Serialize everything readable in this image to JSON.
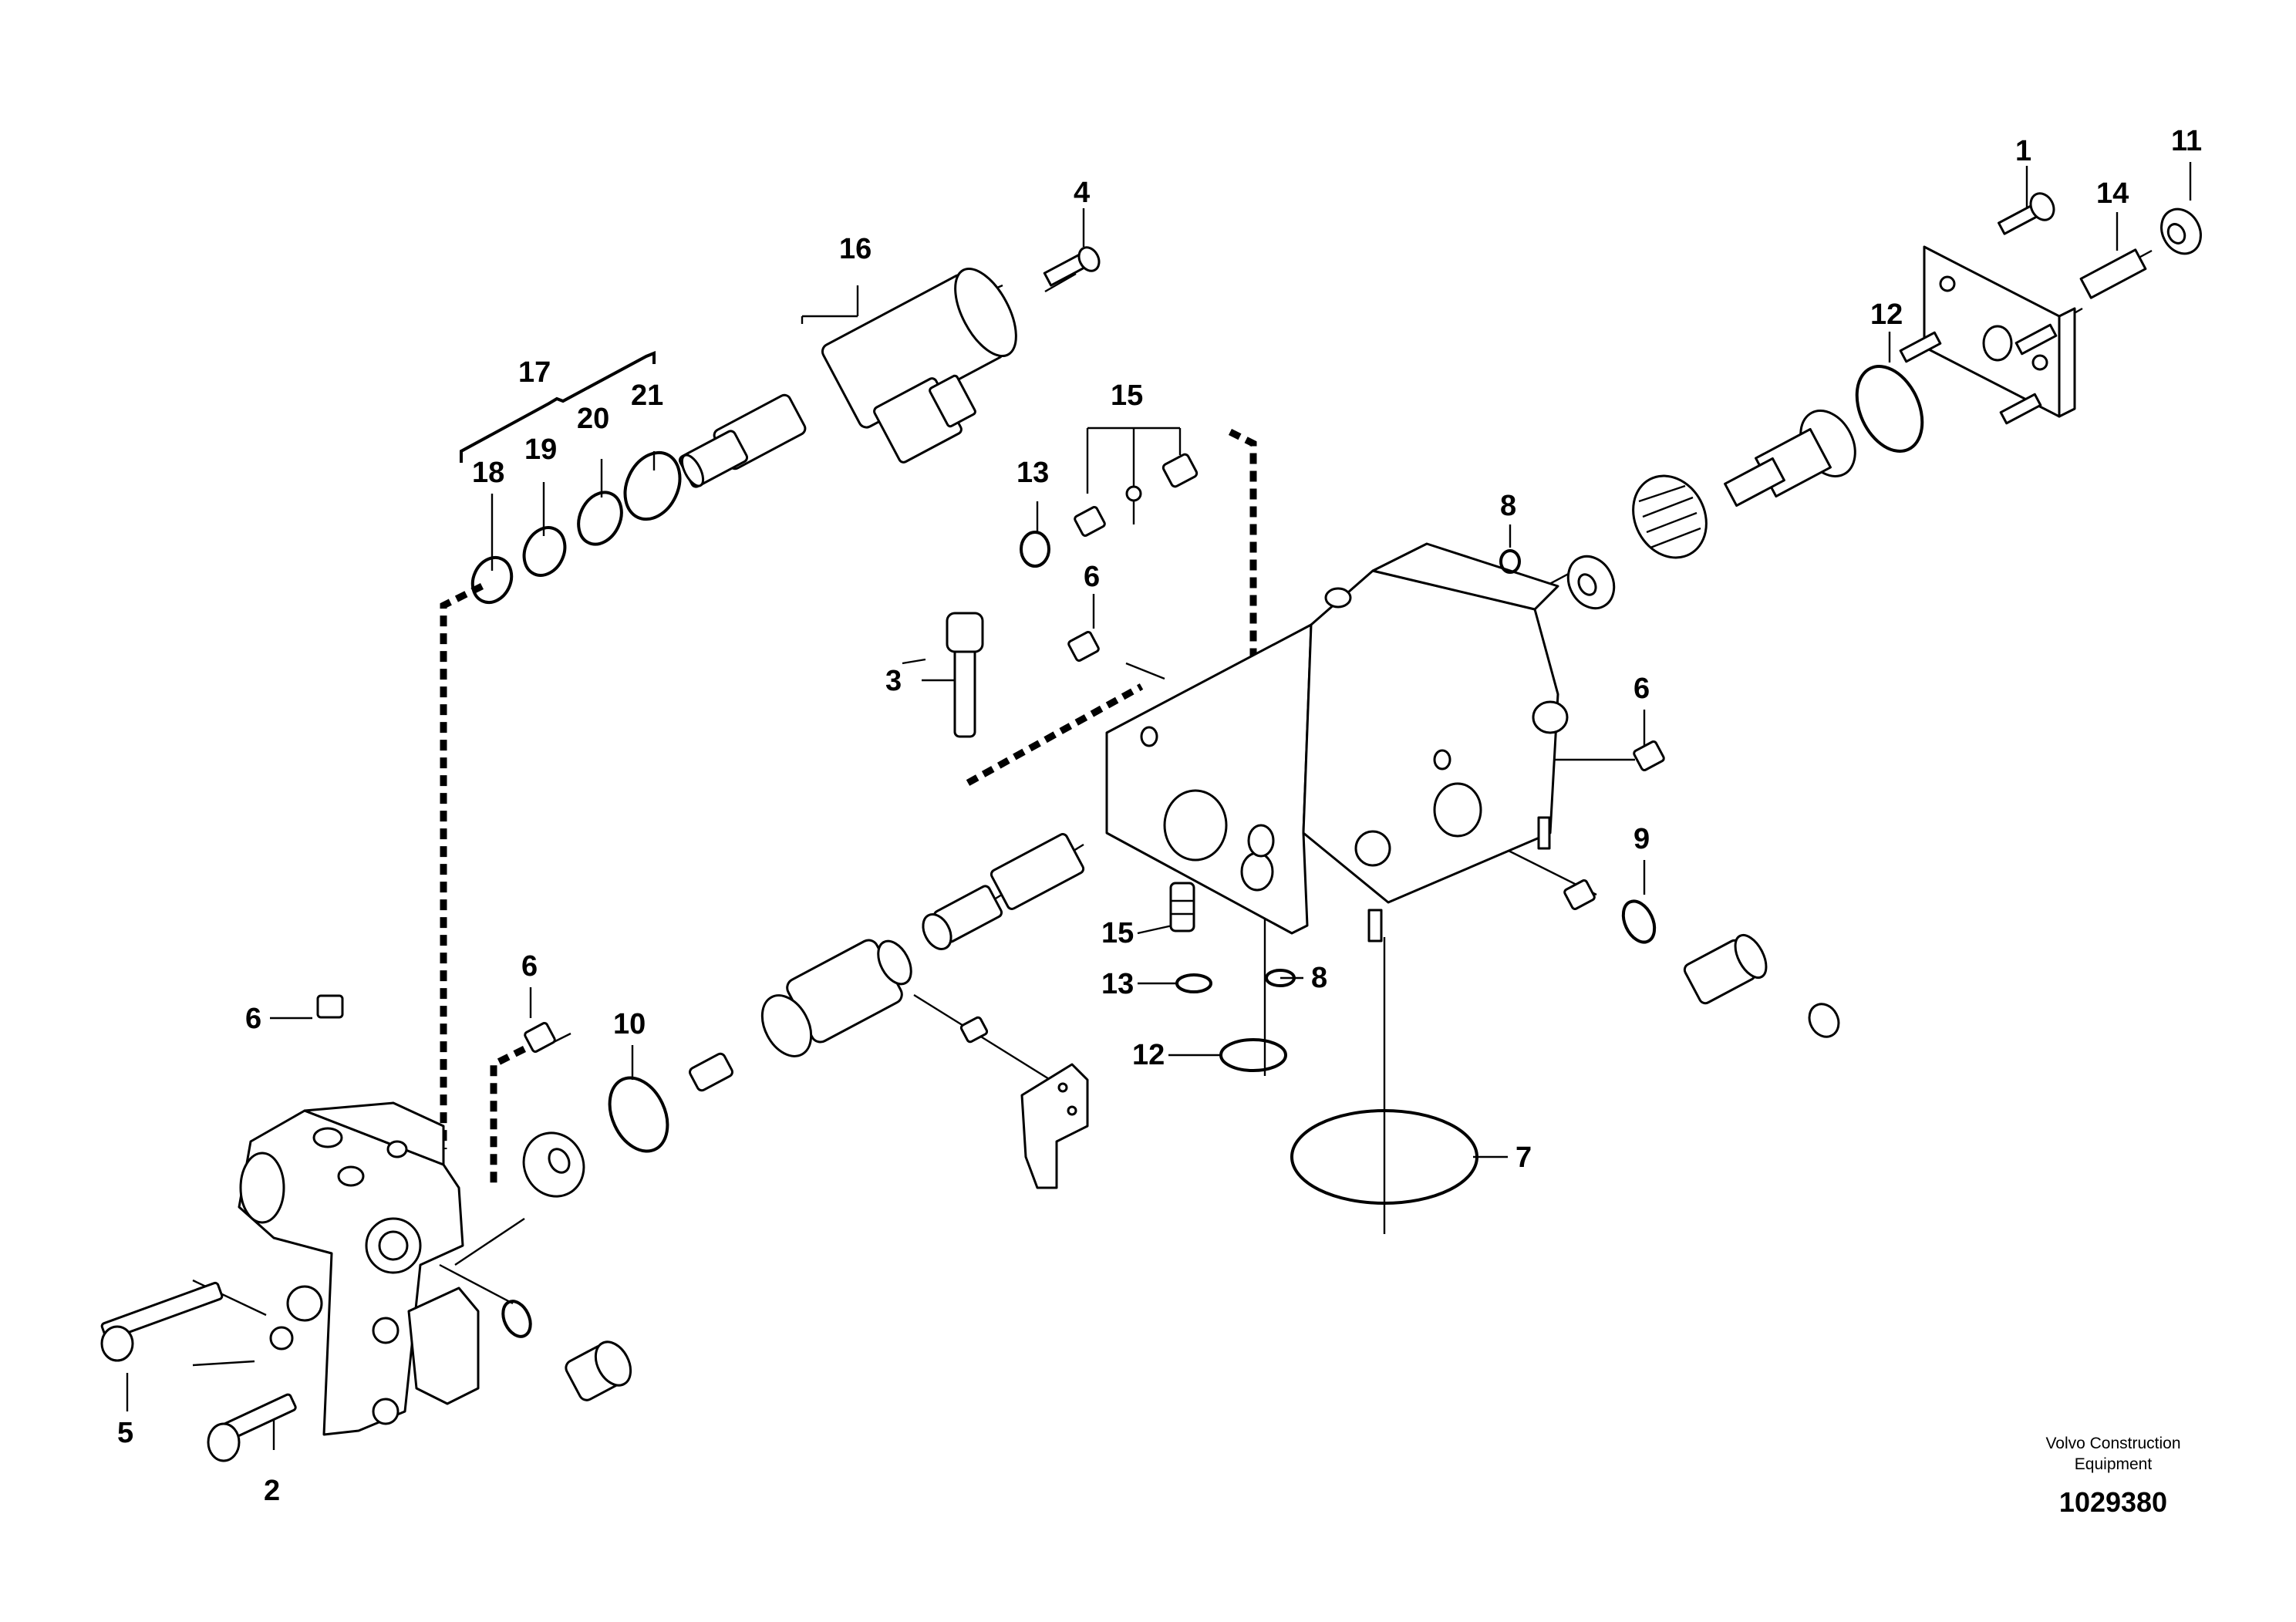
{
  "callouts": [
    {
      "id": "c1",
      "text": "1"
    },
    {
      "id": "c2",
      "text": "2"
    },
    {
      "id": "c3",
      "text": "3"
    },
    {
      "id": "c4",
      "text": "4"
    },
    {
      "id": "c5",
      "text": "5"
    },
    {
      "id": "c6a",
      "text": "6"
    },
    {
      "id": "c6b",
      "text": "6"
    },
    {
      "id": "c6c",
      "text": "6"
    },
    {
      "id": "c6d",
      "text": "6"
    },
    {
      "id": "c7",
      "text": "7"
    },
    {
      "id": "c8a",
      "text": "8"
    },
    {
      "id": "c8b",
      "text": "8"
    },
    {
      "id": "c9",
      "text": "9"
    },
    {
      "id": "c10",
      "text": "10"
    },
    {
      "id": "c11",
      "text": "11"
    },
    {
      "id": "c12a",
      "text": "12"
    },
    {
      "id": "c12b",
      "text": "12"
    },
    {
      "id": "c13a",
      "text": "13"
    },
    {
      "id": "c13b",
      "text": "13"
    },
    {
      "id": "c14",
      "text": "14"
    },
    {
      "id": "c15a",
      "text": "15"
    },
    {
      "id": "c15b",
      "text": "15"
    },
    {
      "id": "c16",
      "text": "16"
    },
    {
      "id": "c17",
      "text": "17"
    },
    {
      "id": "c18",
      "text": "18"
    },
    {
      "id": "c19",
      "text": "19"
    },
    {
      "id": "c20",
      "text": "20"
    },
    {
      "id": "c21",
      "text": "21"
    }
  ],
  "footer": {
    "line1": "Volvo Construction",
    "line2": "Equipment",
    "number": "1029380"
  }
}
